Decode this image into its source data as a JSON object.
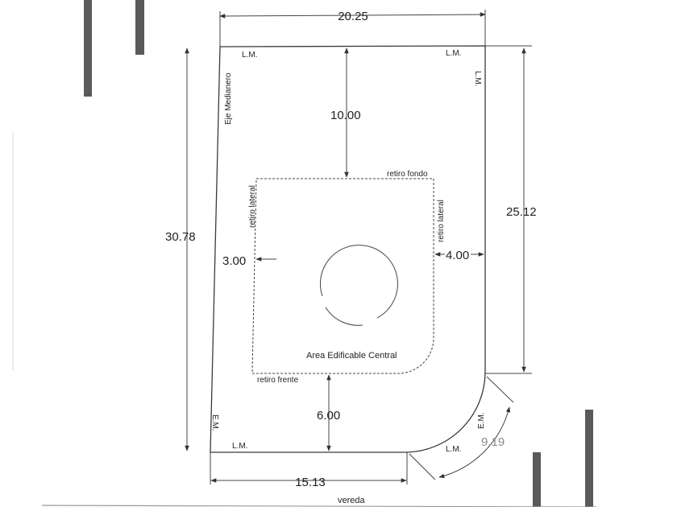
{
  "dimensions": {
    "top_width": "20.25",
    "left_height": "30.78",
    "right_height": "25.12",
    "rear_setback": "10.00",
    "left_setback": "3.00",
    "right_setback": "4.00",
    "front_setback": "6.00",
    "front_width": "15.13",
    "chamfer": "9.19"
  },
  "labels": {
    "lm_top_left": "L.M.",
    "lm_top_right": "L.M.",
    "lm_right": "L.M.",
    "eje_medianero": "Eje Medianero",
    "retiro_fondo": "retiro fondo",
    "retiro_lateral_left": "retiro lateral",
    "retiro_lateral_right": "retiro lateral",
    "area_edificable": "Area Edificable Central",
    "retiro_frente": "retiro frente",
    "em_left": "E.M.",
    "em_chamfer": "E.M.",
    "lm_bottom_left": "L.M.",
    "lm_bottom_right": "L.M.",
    "vereda": "vereda"
  }
}
